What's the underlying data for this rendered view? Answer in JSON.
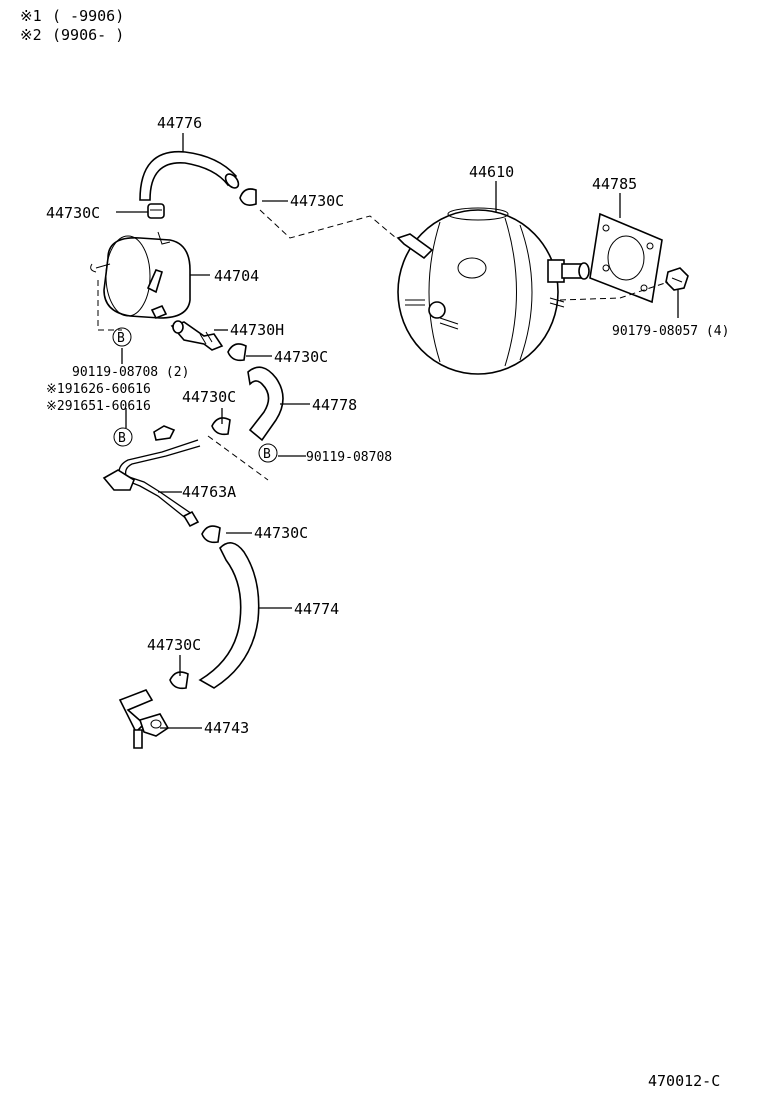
{
  "notes": [
    {
      "mark": "※1",
      "range": "(      -9906)"
    },
    {
      "mark": "※2",
      "range": "(9906-      )"
    }
  ],
  "labels": {
    "p44776": "44776",
    "p44730c_a": "44730C",
    "p44730c_b": "44730C",
    "p44704": "44704",
    "p44730h": "44730H",
    "p44730c_c": "44730C",
    "p90119_a": "90119-08708 (2)",
    "p191626": "※191626-60616",
    "p291651": "※291651-60616",
    "p44730c_d": "44730C",
    "p44778": "44778",
    "p90119_b": "90119-08708",
    "p44763a": "44763A",
    "p44730c_e": "44730C",
    "p44774": "44774",
    "p44730c_f": "44730C",
    "p44743": "44743",
    "p44610": "44610",
    "p44785": "44785",
    "p90179": "90179-08057 (4)",
    "b_marker_1": "B",
    "b_marker_2": "B",
    "b_marker_3": "B"
  },
  "figure_code": "470012-C"
}
